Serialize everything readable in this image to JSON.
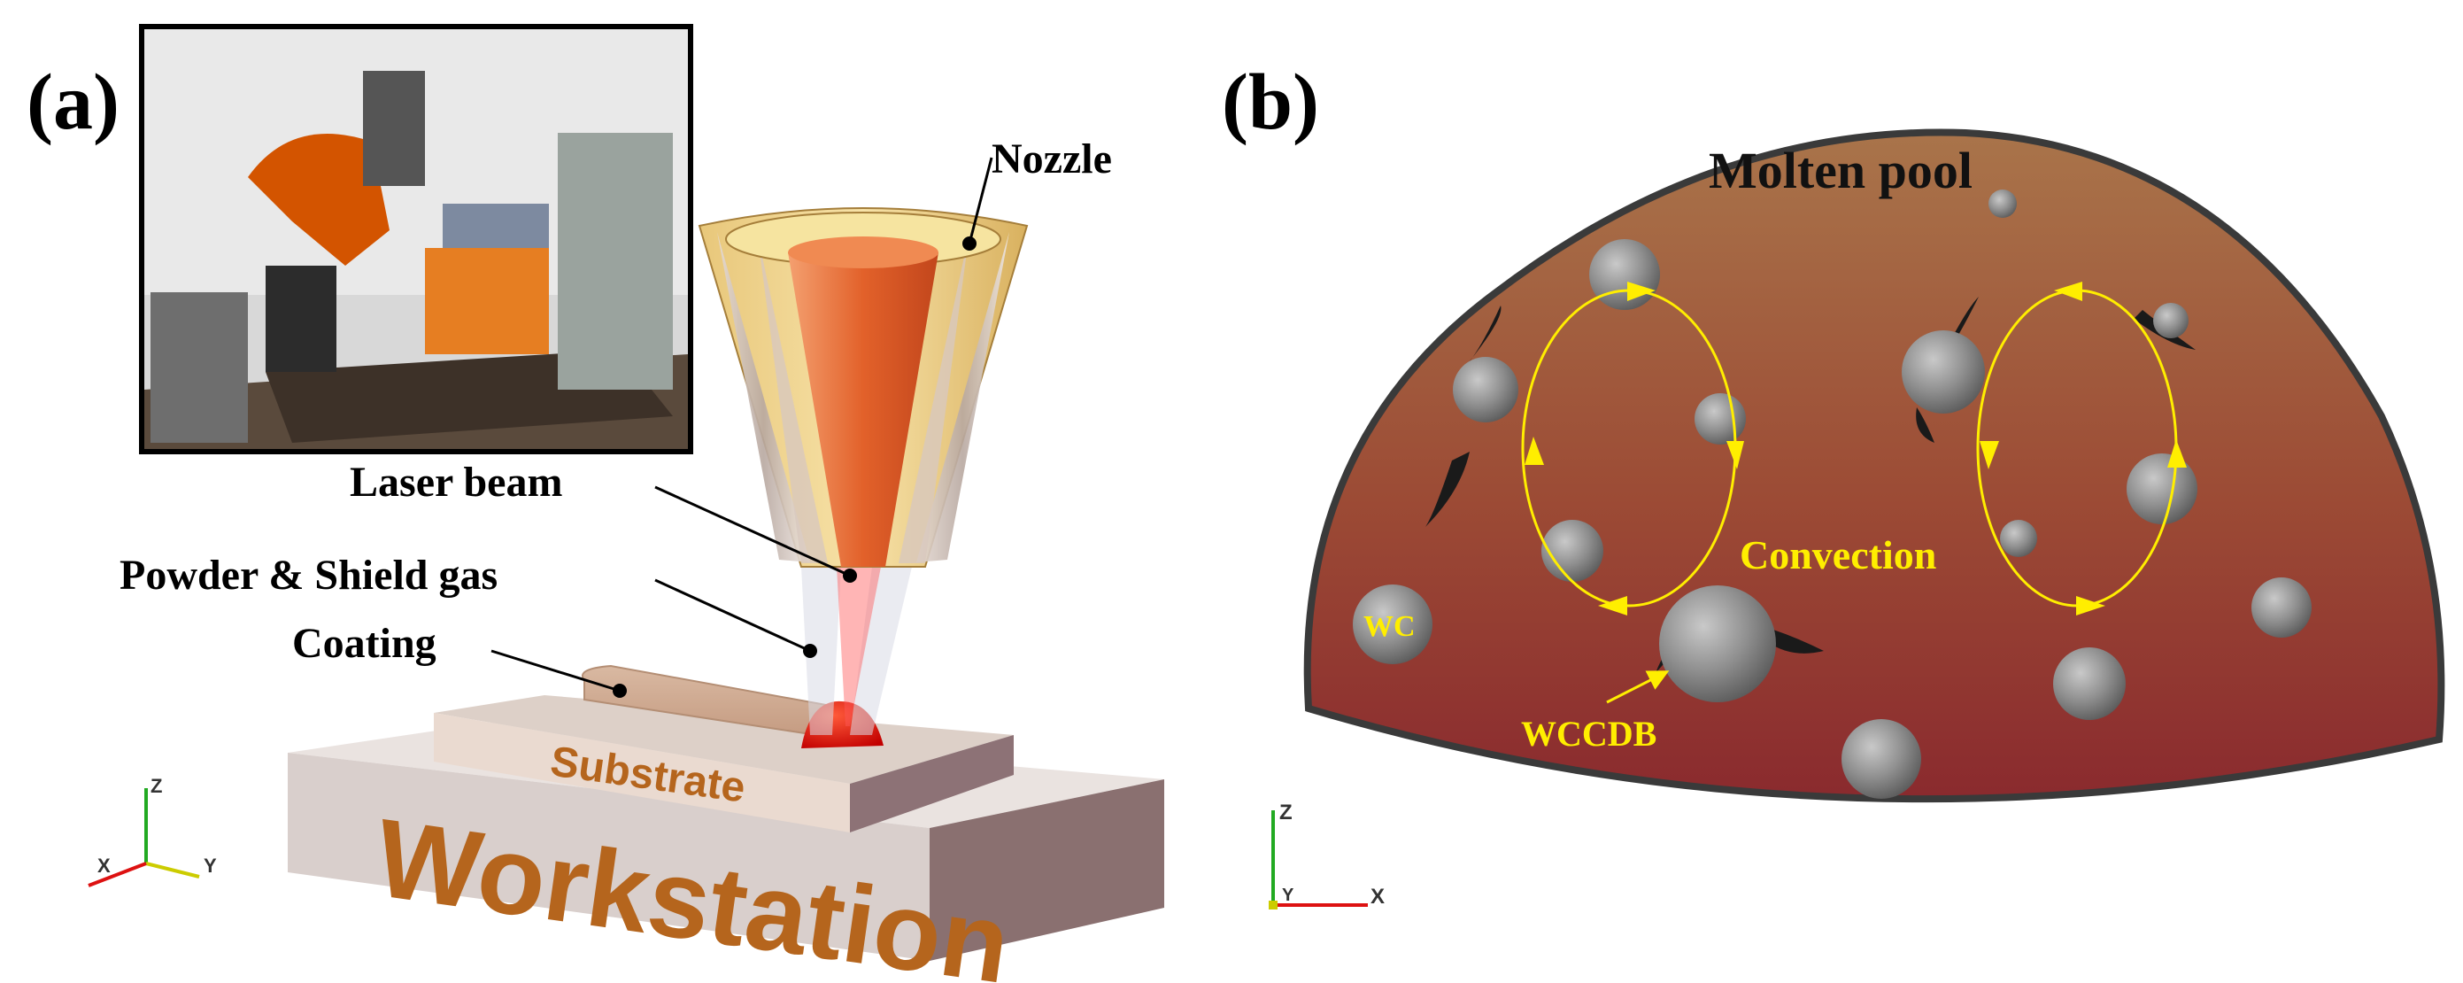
{
  "panel_a": {
    "label": "(a)",
    "nozzle_label": "Nozzle",
    "laser_label": "Laser beam",
    "powder_label": "Powder & Shield gas",
    "coating_label": "Coating",
    "substrate_label": "Substrate",
    "workstation_label": "Workstation",
    "axes": {
      "z": "Z",
      "x": "X",
      "y": "Y"
    }
  },
  "panel_b": {
    "label": "(b)",
    "pool_label": "Molten pool",
    "convection_label": "Convection",
    "wc_label": "WC",
    "wccdb_label": "WCCDB",
    "axes": {
      "z": "Z",
      "x": "X",
      "y": "Y"
    }
  },
  "colors": {
    "convection": "#ffee00",
    "pool_top": "#a96d45",
    "pool_bottom": "#8e2a2c",
    "particle": "#8c8c8c",
    "nozzle": "#f2d58a",
    "laser": "#e8662a",
    "melt": "#e00000",
    "substrate_block": "#ddd1cf",
    "workstation_text": "#b5651d",
    "axis_z": "#22aa22",
    "axis_x": "#dd1111",
    "axis_y": "#cccc00"
  }
}
